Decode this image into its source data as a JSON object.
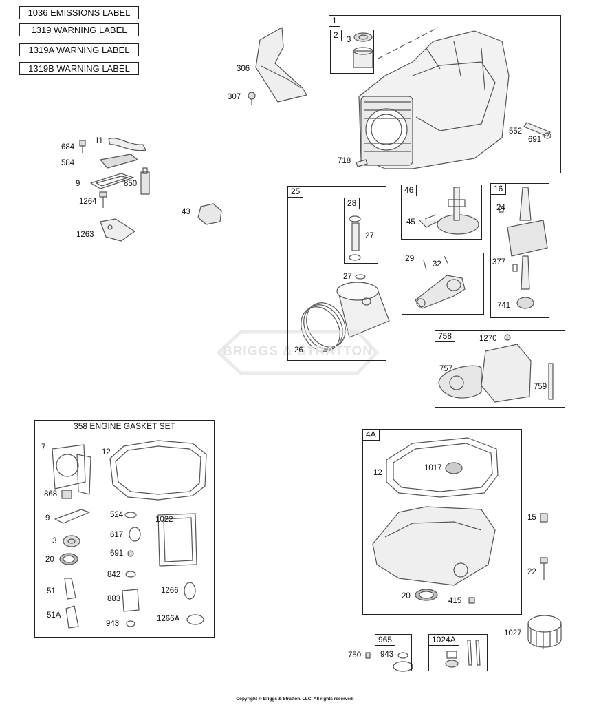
{
  "labels": [
    "1036 EMISSIONS LABEL",
    "1319 WARNING LABEL",
    "1319A WARNING LABEL",
    "1319B WARNING LABEL"
  ],
  "watermark": "BRIGGS & STRATTON",
  "boxes": {
    "b1": "1",
    "b2": "2",
    "b25": "25",
    "b28": "28",
    "b46": "46",
    "b16": "16",
    "b29": "29",
    "b758": "758",
    "b4A": "4A",
    "b965": "965",
    "b1024A": "1024A"
  },
  "gasket_set_title": "358 ENGINE GASKET SET",
  "parts": {
    "p306": "306",
    "p307": "307",
    "p3": "3",
    "p552": "552",
    "p691": "691",
    "p718": "718",
    "p684": "684",
    "p11": "11",
    "p584": "584",
    "p9": "9",
    "p850": "850",
    "p1264": "1264",
    "p43": "43",
    "p1263": "1263",
    "p27a": "27",
    "p27b": "27",
    "p26": "26",
    "p45": "45",
    "p24": "24",
    "p377": "377",
    "p741": "741",
    "p32": "32",
    "p1270": "1270",
    "p757": "757",
    "p759": "759",
    "g7": "7",
    "g12": "12",
    "g868": "868",
    "g9": "9",
    "g524": "524",
    "g1022": "1022",
    "g3": "3",
    "g617": "617",
    "g691": "691",
    "g20": "20",
    "g842": "842",
    "g51": "51",
    "g883": "883",
    "g1266": "1266",
    "g51A": "51A",
    "g943": "943",
    "g1266A": "1266A",
    "s12": "12",
    "s1017": "1017",
    "s15": "15",
    "s22": "22",
    "s20": "20",
    "s415": "415",
    "p750": "750",
    "p943": "943",
    "p1027": "1027"
  },
  "copyright": "Copyright © Briggs & Stratton, LLC. All rights reserved.",
  "colors": {
    "line": "#222222",
    "part": "#555555",
    "fill": "#e8e8e8",
    "watermark": "#e2e2e2"
  }
}
